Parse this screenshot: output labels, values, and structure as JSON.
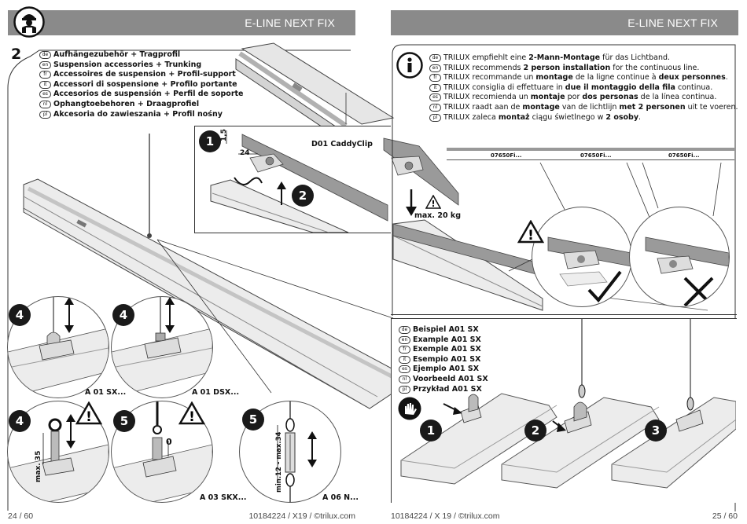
{
  "header": {
    "left_title": "E-LINE NEXT FIX",
    "right_title": "E-LINE NEXT FIX"
  },
  "step": "2",
  "accessories": [
    {
      "lang": "de",
      "text": "Aufhängezubehör + Tragprofil"
    },
    {
      "lang": "en",
      "text": "Suspension accessories + Trunking"
    },
    {
      "lang": "fr",
      "text": "Accessoires de suspension + Profil-support"
    },
    {
      "lang": "it",
      "text": "Accessori di sospensione + Profilo portante"
    },
    {
      "lang": "es",
      "text": "Accesorios de suspensión + Perfil de soporte"
    },
    {
      "lang": "nl",
      "text": "Ophangtoebehoren + Draagprofiel"
    },
    {
      "lang": "pl",
      "text": "Akcesoria do zawieszania + Profil nośny"
    }
  ],
  "info": [
    {
      "lang": "de",
      "parts": [
        [
          "TRILUX empfiehlt eine ",
          false
        ],
        [
          "2-Mann-Montage",
          true
        ],
        [
          " für das Lichtband.",
          false
        ]
      ]
    },
    {
      "lang": "en",
      "parts": [
        [
          "TRILUX recommends ",
          false
        ],
        [
          "2 person installation",
          true
        ],
        [
          " for the continuous line.",
          false
        ]
      ]
    },
    {
      "lang": "fr",
      "parts": [
        [
          "TRILUX recommande un ",
          false
        ],
        [
          "montage",
          true
        ],
        [
          " de la ligne continue à ",
          false
        ],
        [
          "deux personnes",
          true
        ],
        [
          ".",
          false
        ]
      ]
    },
    {
      "lang": "it",
      "parts": [
        [
          "TRILUX consiglia di effettuare in ",
          false
        ],
        [
          "due il montaggio della fila",
          true
        ],
        [
          " continua.",
          false
        ]
      ]
    },
    {
      "lang": "es",
      "parts": [
        [
          "TRILUX recomienda un ",
          false
        ],
        [
          "montaje",
          true
        ],
        [
          " por ",
          false
        ],
        [
          "dos personas",
          true
        ],
        [
          " de la línea continua.",
          false
        ]
      ]
    },
    {
      "lang": "nl",
      "parts": [
        [
          "TRILUX raadt aan de ",
          false
        ],
        [
          "montage",
          true
        ],
        [
          " van de lichtlijn ",
          false
        ],
        [
          "met 2 personen",
          true
        ],
        [
          " uit te voeren.",
          false
        ]
      ]
    },
    {
      "lang": "pl",
      "parts": [
        [
          "TRILUX zaleca ",
          false
        ],
        [
          "montaż",
          true
        ],
        [
          " ciągu świetlnego w ",
          false
        ],
        [
          "2 osoby",
          true
        ],
        [
          ".",
          false
        ]
      ]
    }
  ],
  "example": [
    {
      "lang": "de",
      "text": "Beispiel A01 SX"
    },
    {
      "lang": "en",
      "text": "Example A01 SX"
    },
    {
      "lang": "fr",
      "text": "Exemple A01 SX"
    },
    {
      "lang": "it",
      "text": "Esempio A01 SX"
    },
    {
      "lang": "es",
      "text": "Ejemplo A01 SX"
    },
    {
      "lang": "nl",
      "text": "Voorbeeld A01 SX"
    },
    {
      "lang": "pl",
      "text": "Przykład A01 SX"
    }
  ],
  "caddy": {
    "label": "D01 CaddyClip",
    "dim_1": "1,5",
    "dim_2": "24",
    "max_load": "max. 20 kg",
    "step_1": "1",
    "step_2": "2"
  },
  "trunking_labels": [
    "07650Fi...",
    "07650Fi...",
    "07650Fi..."
  ],
  "details": [
    {
      "badge": "4",
      "caption": "A 01 SX..."
    },
    {
      "badge": "4",
      "caption": "A 01 DSX..."
    },
    {
      "badge": "4",
      "caption": "",
      "dim": "max. 35"
    },
    {
      "badge": "5",
      "caption": "A 03 SKX...",
      "dim": "0"
    },
    {
      "badge": "5",
      "caption": "A 06 N...",
      "dim": "min.12 - max.34"
    }
  ],
  "example_steps": [
    "1",
    "2",
    "3"
  ],
  "footer": {
    "left_page": "24 / 60",
    "left_doc": "10184224 / X19 / ©trilux.com",
    "right_doc": "10184224 / X 19 / ©trilux.com",
    "right_page": "25 / 60"
  }
}
